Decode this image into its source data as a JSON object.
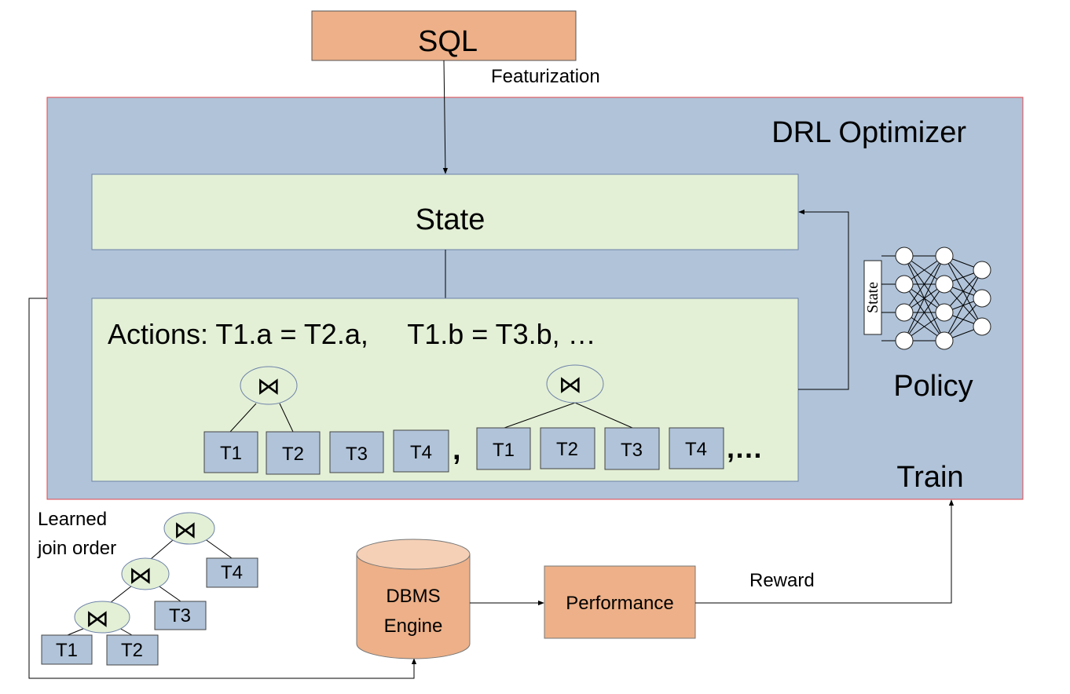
{
  "colors": {
    "optimizer_fill": "#b0c3d9",
    "optimizer_border": "#e0464a",
    "panel_fill": "#e3f0d6",
    "panel_border": "#6e82a8",
    "orange_fill": "#edb088",
    "table_fill": "#b0c3d9",
    "join_fill": "#e3f0d6",
    "line": "#000000"
  },
  "sql": {
    "label": "SQL",
    "arrow_label": "Featurization"
  },
  "optimizer": {
    "title": "DRL Optimizer",
    "train_label": "Train"
  },
  "state": {
    "label": "State"
  },
  "actions": {
    "label": "Actions: T1.a = T2.a,     T1.b = T3.b, …",
    "join_symbol": "⋈",
    "group1_tables": [
      "T1",
      "T2",
      "T3",
      "T4"
    ],
    "group2_tables": [
      "T1",
      "T2",
      "T3",
      "T4"
    ],
    "separator": ",",
    "ellipsis": ",…"
  },
  "policy": {
    "label": "Policy",
    "state_tag": "State",
    "network_layers": [
      4,
      4,
      3
    ]
  },
  "learned": {
    "label_line1": "Learned",
    "label_line2": "join order",
    "join_symbol": "⋈",
    "tables": [
      "T1",
      "T2",
      "T3",
      "T4"
    ]
  },
  "dbms": {
    "line1": "DBMS",
    "line2": "Engine"
  },
  "performance": {
    "label": "Performance",
    "arrow_label": "Reward"
  }
}
